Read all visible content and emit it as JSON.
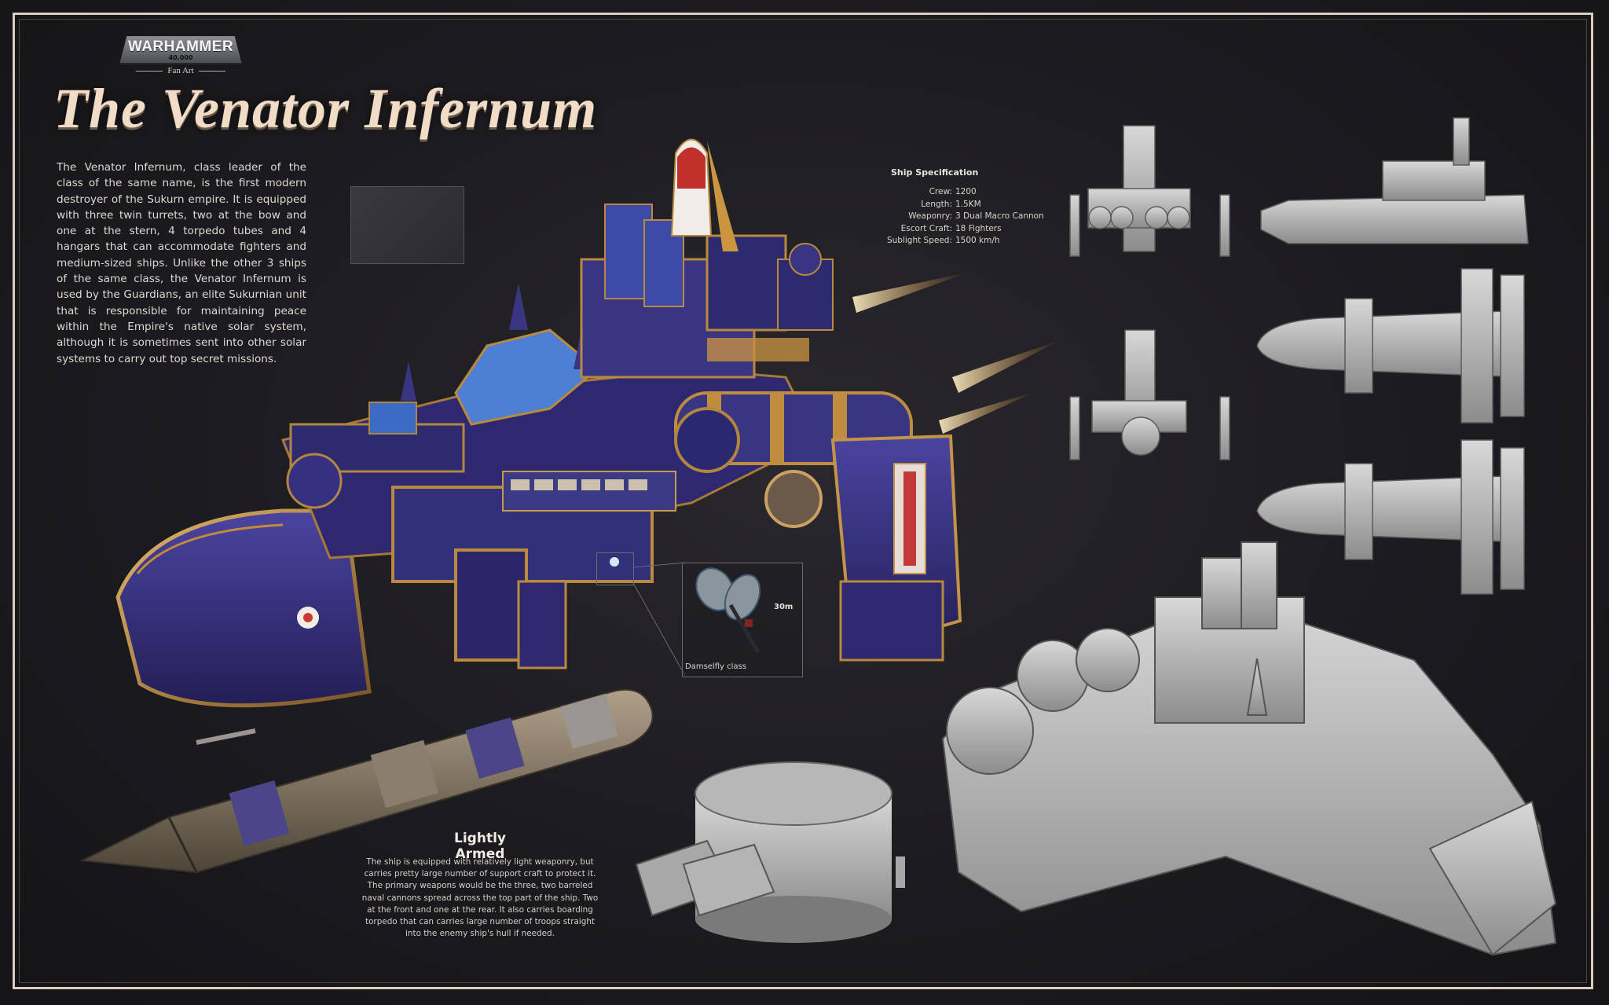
{
  "logo": {
    "brand": "WARHAMMER",
    "number": "40,000",
    "subtitle": "Fan Art"
  },
  "title": "The Venator Infernum",
  "description": "The Venator Infernum, class leader of the class of the same name, is the first modern destroyer of the Sukurn empire. It is equipped with three twin turrets, two at the bow and one at the stern, 4 torpedo tubes and 4 hangars that can accommodate fighters and medium-sized ships. Unlike the other 3 ships of the same class, the Venator Infernum is used by the Guardians, an elite Sukurnian unit that is responsible for maintaining peace within the Empire's native solar system, although it is sometimes sent into other solar systems to carry out top secret missions.",
  "spec": {
    "title": "Ship Specification",
    "rows": [
      {
        "label": "Crew:",
        "value": "1200"
      },
      {
        "label": "Length:",
        "value": "1.5KM"
      },
      {
        "label": "Weaponry:",
        "value": "3 Dual Macro Cannon"
      },
      {
        "label": "Escort Craft:",
        "value": "18 Fighters"
      },
      {
        "label": "Sublight Speed:",
        "value": "1500 km/h"
      }
    ]
  },
  "escort": {
    "class_label": "Damselfly class",
    "scale_label": "30m"
  },
  "armament": {
    "title": "Lightly Armed",
    "text": "The ship is equipped with relatively light weaponry, but carries pretty large number of support craft to protect it. The primary weapons would be the three, two barreled naval cannons spread across the top part of the ship. Two at the front and one at the rear. It also carries boarding torpedo that can carries large number of troops straight into the enemy ship's hull if needed."
  },
  "colors": {
    "background": "#1c1b1f",
    "frame": "#d9cfc0",
    "title": "#f1dcc7",
    "hull_purple": "#3b3680",
    "trim_gold": "#b8893f",
    "engine_glow": "#f3c26b",
    "blueprint_grey": "#bdbdbd"
  }
}
